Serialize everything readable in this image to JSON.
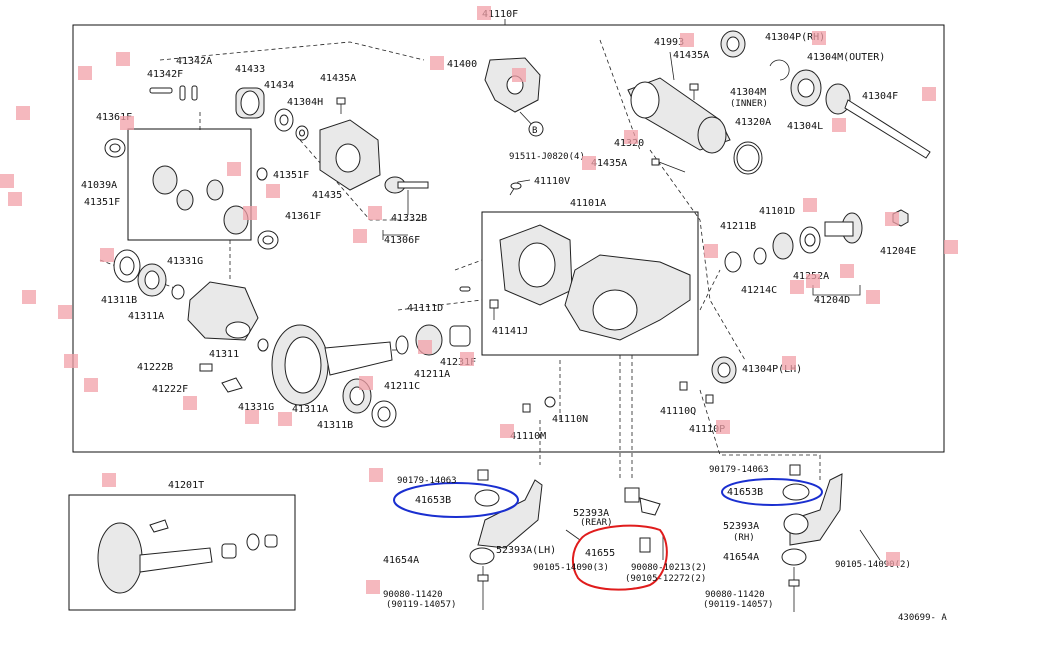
{
  "diagram": {
    "top_code": "41110F",
    "ref_code": "430699- A",
    "labels": {
      "l41342A": "41342A",
      "l41342F": "41342F",
      "l41433": "41433",
      "l41434": "41434",
      "l41304H": "41304H",
      "l41435A_top": "41435A",
      "l41400": "41400",
      "l41993": "41993",
      "l41435A_r": "41435A",
      "l41304P_RH": "41304P(RH)",
      "l41304M_OUTER": "41304M(OUTER)",
      "l41304M": "41304M",
      "l41304M_INNER": "(INNER)",
      "l41304F": "41304F",
      "l41304L": "41304L",
      "l41320A": "41320A",
      "l41320": "41320",
      "l41435A_mid": "41435A",
      "l91511": "91511-J0820(4)",
      "circleB": "B",
      "l41361F_top": "41361F",
      "l41039A": "41039A",
      "l41351F_l": "41351F",
      "l41351F_r": "41351F",
      "l41361F_bot": "41361F",
      "l41435": "41435",
      "l41332B": "41332B",
      "l41306F": "41306F",
      "l41110V": "41110V",
      "l41101A": "41101A",
      "l41101D": "41101D",
      "l41211B": "41211B",
      "l41204E": "41204E",
      "l41214C": "41214C",
      "l41252A": "41252A",
      "l41204D": "41204D",
      "l41331G_top": "41331G",
      "l41311B": "41311B",
      "l41311A_l": "41311A",
      "l41311": "41311",
      "l41111D": "41111D",
      "l41141J": "41141J",
      "l41222B": "41222B",
      "l41222F": "41222F",
      "l41331G_bot": "41331G",
      "l41211A": "41211A",
      "l41231F": "41231F",
      "l41211C": "41211C",
      "l41311A_b": "41311A",
      "l41311B_b": "41311B",
      "l41304P_LH": "41304P(LH)",
      "l41110Q": "41110Q",
      "l41110P": "41110P",
      "l41110N": "41110N",
      "l41110M": "41110M",
      "l41201T": "41201T",
      "l90179_l": "90179-14063",
      "l41653B_l": "41653B",
      "l52393A_LH": "52393A(LH)",
      "l41654A_l": "41654A",
      "l90080_l": "90080-11420",
      "l90119_l": "(90119-14057)",
      "l52393A_REAR": "52393A",
      "l_REAR": "(REAR)",
      "l41655": "41655",
      "l90105_3": "90105-14090(3)",
      "l90080_10213": "90080-10213(2)",
      "l90105_12272": "(90105-12272(2)",
      "l90179_r": "90179-14063",
      "l41653B_r": "41653B",
      "l52393A_RH": "52393A",
      "l_RH": "(RH)",
      "l41654A_r": "41654A",
      "l90105_2": "90105-14090(2)",
      "l90080_r": "90080-11420",
      "l90119_r": "(90119-14057)"
    },
    "annotation_colors": {
      "blue": "#1a2fd0",
      "red": "#e01c1c",
      "marker": "#f2a0a8"
    }
  }
}
